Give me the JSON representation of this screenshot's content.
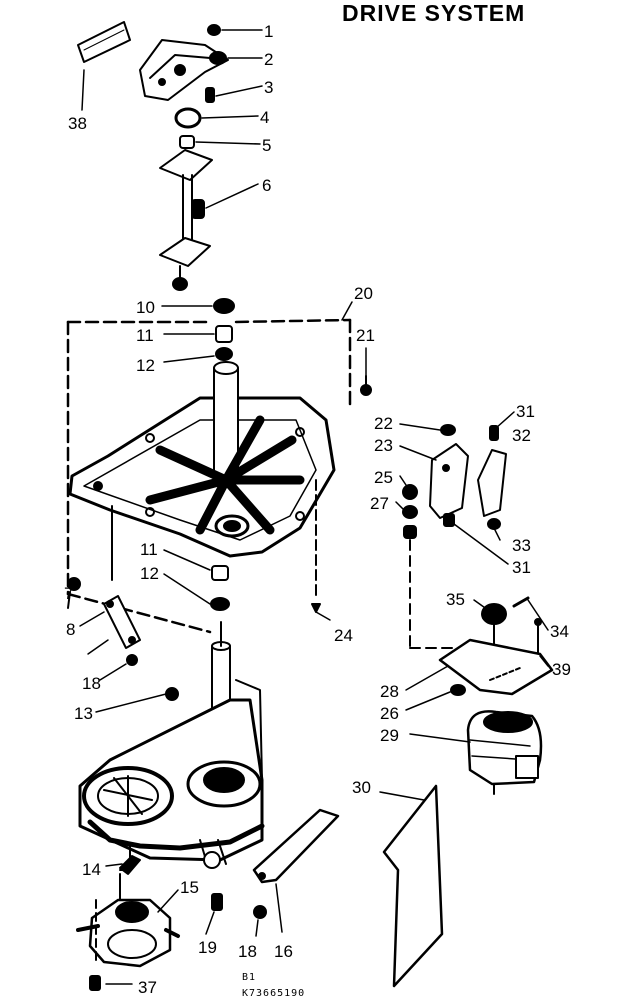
{
  "title": "DRIVE SYSTEM",
  "footer": {
    "line1": "B1",
    "line2": "K73665190"
  },
  "callouts": [
    "1",
    "2",
    "3",
    "4",
    "5",
    "6",
    "7",
    "8",
    "10",
    "11",
    "12",
    "11",
    "12",
    "13",
    "14",
    "15",
    "16",
    "18",
    "18",
    "19",
    "20",
    "21",
    "22",
    "23",
    "25",
    "27",
    "24",
    "26",
    "28",
    "29",
    "30",
    "31",
    "32",
    "31",
    "33",
    "34",
    "35",
    "37",
    "38",
    "39"
  ],
  "colors": {
    "ink": "#000000",
    "paper": "#ffffff"
  }
}
